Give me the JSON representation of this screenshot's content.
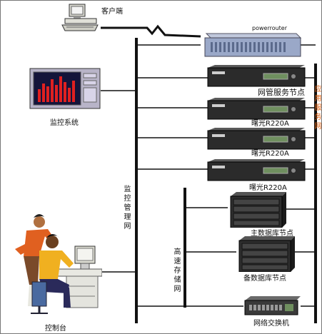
{
  "labels": {
    "client": "客户端",
    "powerrouter": "powerrouter",
    "service_node": "网管服务节点",
    "monitor_system": "监控系统",
    "server_a": "曙光R220A",
    "server_b": "曙光R220A",
    "server_c": "曙光R220A",
    "monitor_network": "监控管理网",
    "app_network": "应用服务网",
    "main_data_node": "主数据库节点",
    "storage_network": "高速存储网",
    "backup_data_node": "备数据库节点",
    "console": "控制台",
    "switch": "网络交换机"
  },
  "colors": {
    "line": "#111111",
    "accent_orange": "#e06010",
    "rack_dark": "#2b2b2b",
    "rack_silver": "#c8ccd4",
    "router_blue": "#9aa8c8"
  }
}
